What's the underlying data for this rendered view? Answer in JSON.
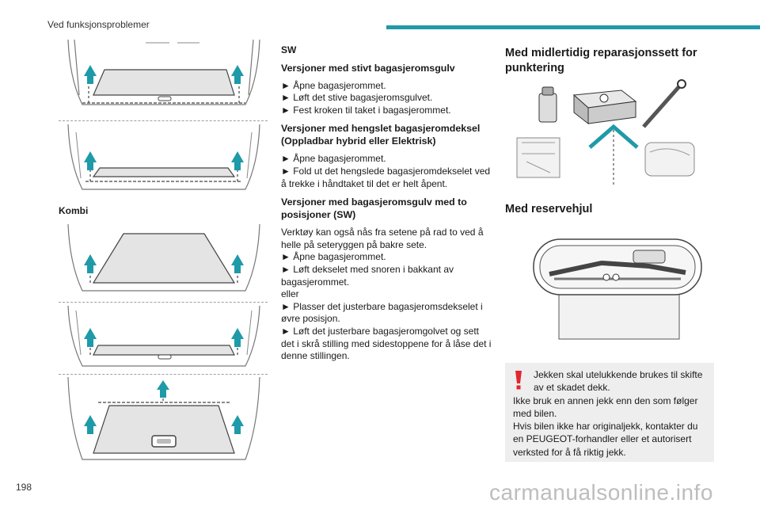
{
  "header": {
    "title": "Ved funksjonsproblemer"
  },
  "page_number": "198",
  "watermark": "carmanualsonline.info",
  "left": {
    "kombi_label": "Kombi"
  },
  "middle": {
    "sw_label": "SW",
    "sections": [
      {
        "heading": "Versjoner med stivt bagasjeromsgulv",
        "lines": [
          "► Åpne bagasjerommet.",
          "► Løft det stive bagasjeromsgulvet.",
          "► Fest kroken til taket i bagasjerommet."
        ]
      },
      {
        "heading": "Versjoner med hengslet bagasjeromdeksel (Oppladbar hybrid eller Elektrisk)",
        "lines": [
          "► Åpne bagasjerommet.",
          "► Fold ut det hengslede bagasjeromdekselet ved å trekke i håndtaket til det er helt åpent."
        ]
      },
      {
        "heading": "Versjoner med bagasjeromsgulv med to posisjoner (SW)",
        "lines": [
          "Verktøy kan også nås fra setene på rad to ved å helle på seteryggen på bakre sete.",
          "► Åpne bagasjerommet.",
          "► Løft dekselet med snoren i bakkant av bagasjerommet.",
          "eller",
          "► Plasser det justerbare bagasjeromsdekselet i øvre posisjon.",
          "► Løft det justerbare bagasjeromgolvet og sett det i skrå stilling med sidestoppene for å låse det i denne stillingen."
        ]
      }
    ]
  },
  "right": {
    "repair_kit_heading": "Med midlertidig reparasjonssett for punktering",
    "spare_wheel_heading": "Med reservehjul",
    "warning": {
      "first": "Jekken skal utelukkende brukes til skifte av et skadet dekk.",
      "second": "Ikke bruk en annen jekk enn den som følger med bilen.",
      "third": "Hvis bilen ikke har originaljekk, kontakter du en PEUGEOT-forhandler eller et autorisert verksted for å få riktig jekk."
    }
  },
  "colors": {
    "accent": "#1f9aa8",
    "warning": "#e3262f",
    "box": "#eeeeee",
    "line": "#4a4a4a"
  }
}
